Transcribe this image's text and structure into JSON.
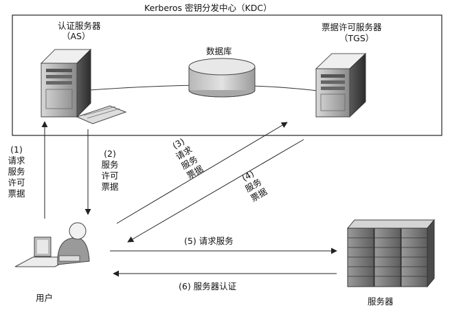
{
  "kdc_title": "Kerberos 密钥分发中心（KDC）",
  "as_title_1": "认证服务器",
  "as_title_2": "（AS）",
  "tgs_title_1": "票据许可服务器",
  "tgs_title_2": "（TGS）",
  "database_label": "数据库",
  "user_label": "用户",
  "server_label": "服务器",
  "steps": {
    "s1_num": "(1)",
    "s1_lines": [
      "请求",
      "服务",
      "许可",
      "票据"
    ],
    "s2_num": "(2)",
    "s2_lines": [
      "服务",
      "许可",
      "票据"
    ],
    "s3_num": "(3)",
    "s3_lines": [
      "请求",
      "服务",
      "票据"
    ],
    "s4_num": "(4)",
    "s4_lines": [
      "服务",
      "票据"
    ],
    "s5": "(5) 请求服务",
    "s6": "(6) 服务器认证"
  }
}
